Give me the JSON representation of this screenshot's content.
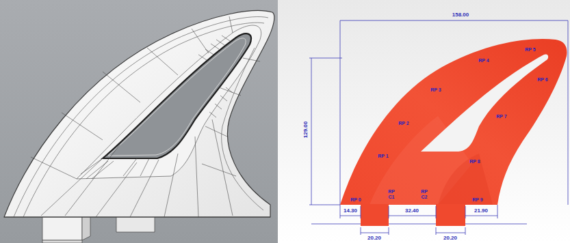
{
  "diagram": {
    "labels": [
      "158.00",
      "129.00",
      "RP 5",
      "RP 4",
      "RP 6",
      "RP 3",
      "RP 7",
      "RP 2",
      "RP 1",
      "RP 8",
      "RP C1",
      "RP C2",
      "RP 0",
      "RP 9",
      "14.30",
      "32.40",
      "21.90",
      "20.20",
      "20.20"
    ]
  }
}
